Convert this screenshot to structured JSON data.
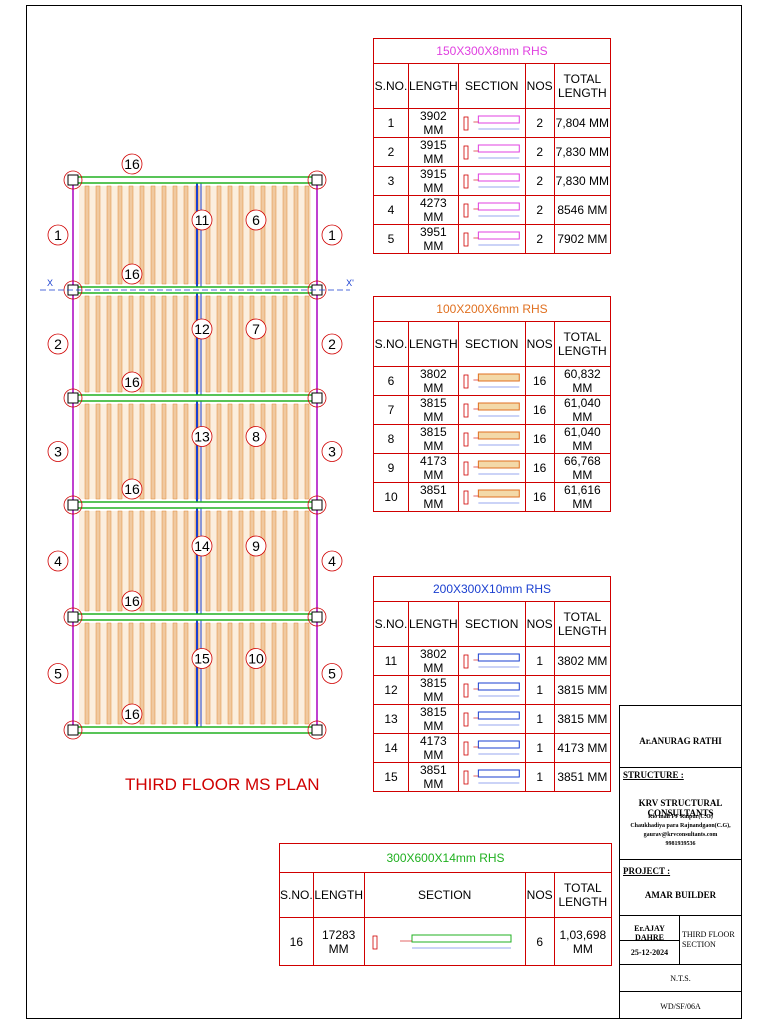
{
  "plan": {
    "title": "THIRD FLOOR MS PLAN",
    "left_marks": [
      "1",
      "2",
      "3",
      "4",
      "5"
    ],
    "right_marks": [
      "1",
      "2",
      "3",
      "4",
      "5"
    ],
    "middle_marks": [
      "11",
      "12",
      "13",
      "14",
      "15"
    ],
    "right_middle_marks": [
      "6",
      "7",
      "8",
      "9",
      "10"
    ],
    "beam_mark": "16",
    "axis_x": "X",
    "axis_x2": "X'"
  },
  "tables": [
    {
      "title": "150X300X8mm RHS",
      "title_color": "#e040e0",
      "headers": [
        "S.NO.",
        "LENGTH",
        "SECTION",
        "NOS",
        "TOTAL LENGTH"
      ],
      "rows": [
        [
          "1",
          "3902 MM",
          "2",
          "7,804 MM"
        ],
        [
          "2",
          "3915 MM",
          "2",
          "7,830 MM"
        ],
        [
          "3",
          "3915 MM",
          "2",
          "7,830 MM"
        ],
        [
          "4",
          "4273 MM",
          "2",
          "8546 MM"
        ],
        [
          "5",
          "3951 MM",
          "2",
          "7902 MM"
        ]
      ]
    },
    {
      "title": "100X200X6mm RHS",
      "title_color": "#e07020",
      "headers": [
        "S.NO.",
        "LENGTH",
        "SECTION",
        "NOS",
        "TOTAL LENGTH"
      ],
      "rows": [
        [
          "6",
          "3802 MM",
          "16",
          "60,832 MM"
        ],
        [
          "7",
          "3815 MM",
          "16",
          "61,040 MM"
        ],
        [
          "8",
          "3815 MM",
          "16",
          "61,040 MM"
        ],
        [
          "9",
          "4173 MM",
          "16",
          "66,768 MM"
        ],
        [
          "10",
          "3851 MM",
          "16",
          "61,616 MM"
        ]
      ]
    },
    {
      "title": "200X300X10mm RHS",
      "title_color": "#1a3fd0",
      "headers": [
        "S.NO.",
        "LENGTH",
        "SECTION",
        "NOS",
        "TOTAL LENGTH"
      ],
      "rows": [
        [
          "11",
          "3802 MM",
          "1",
          "3802 MM"
        ],
        [
          "12",
          "3815 MM",
          "1",
          "3815 MM"
        ],
        [
          "13",
          "3815 MM",
          "1",
          "3815 MM"
        ],
        [
          "14",
          "4173 MM",
          "1",
          "4173 MM"
        ],
        [
          "15",
          "3851 MM",
          "1",
          "3851 MM"
        ]
      ]
    },
    {
      "title": "300X600X14mm RHS",
      "title_color": "#20b020",
      "headers": [
        "S.NO.",
        "LENGTH",
        "SECTION",
        "NOS",
        "TOTAL LENGTH"
      ],
      "rows": [
        [
          "16",
          "17283 MM",
          "6",
          "1,03,698 MM"
        ]
      ]
    }
  ],
  "title_block": {
    "architect": "Ar.ANURAG RATHI",
    "structure_label": "STRUCTURE :",
    "consultant": "KRV STRUCTURAL CONSULTANTS",
    "address1": "Rio mall FF Raipur(C.G)",
    "address2": "Chaukhadiya para Rajnandgaon(C.G),",
    "email": "gaurav@krvconsultants.com",
    "phone": "9981939536",
    "project_label": "PROJECT :",
    "project": "AMAR BUILDER",
    "drawn_by": "Er.AJAY DAHRE",
    "date": "25-12-2024",
    "drawing_title": "THIRD FLOOR SECTION",
    "scale": "N.T.S.",
    "drawing_no": "WD/SF/06A"
  }
}
